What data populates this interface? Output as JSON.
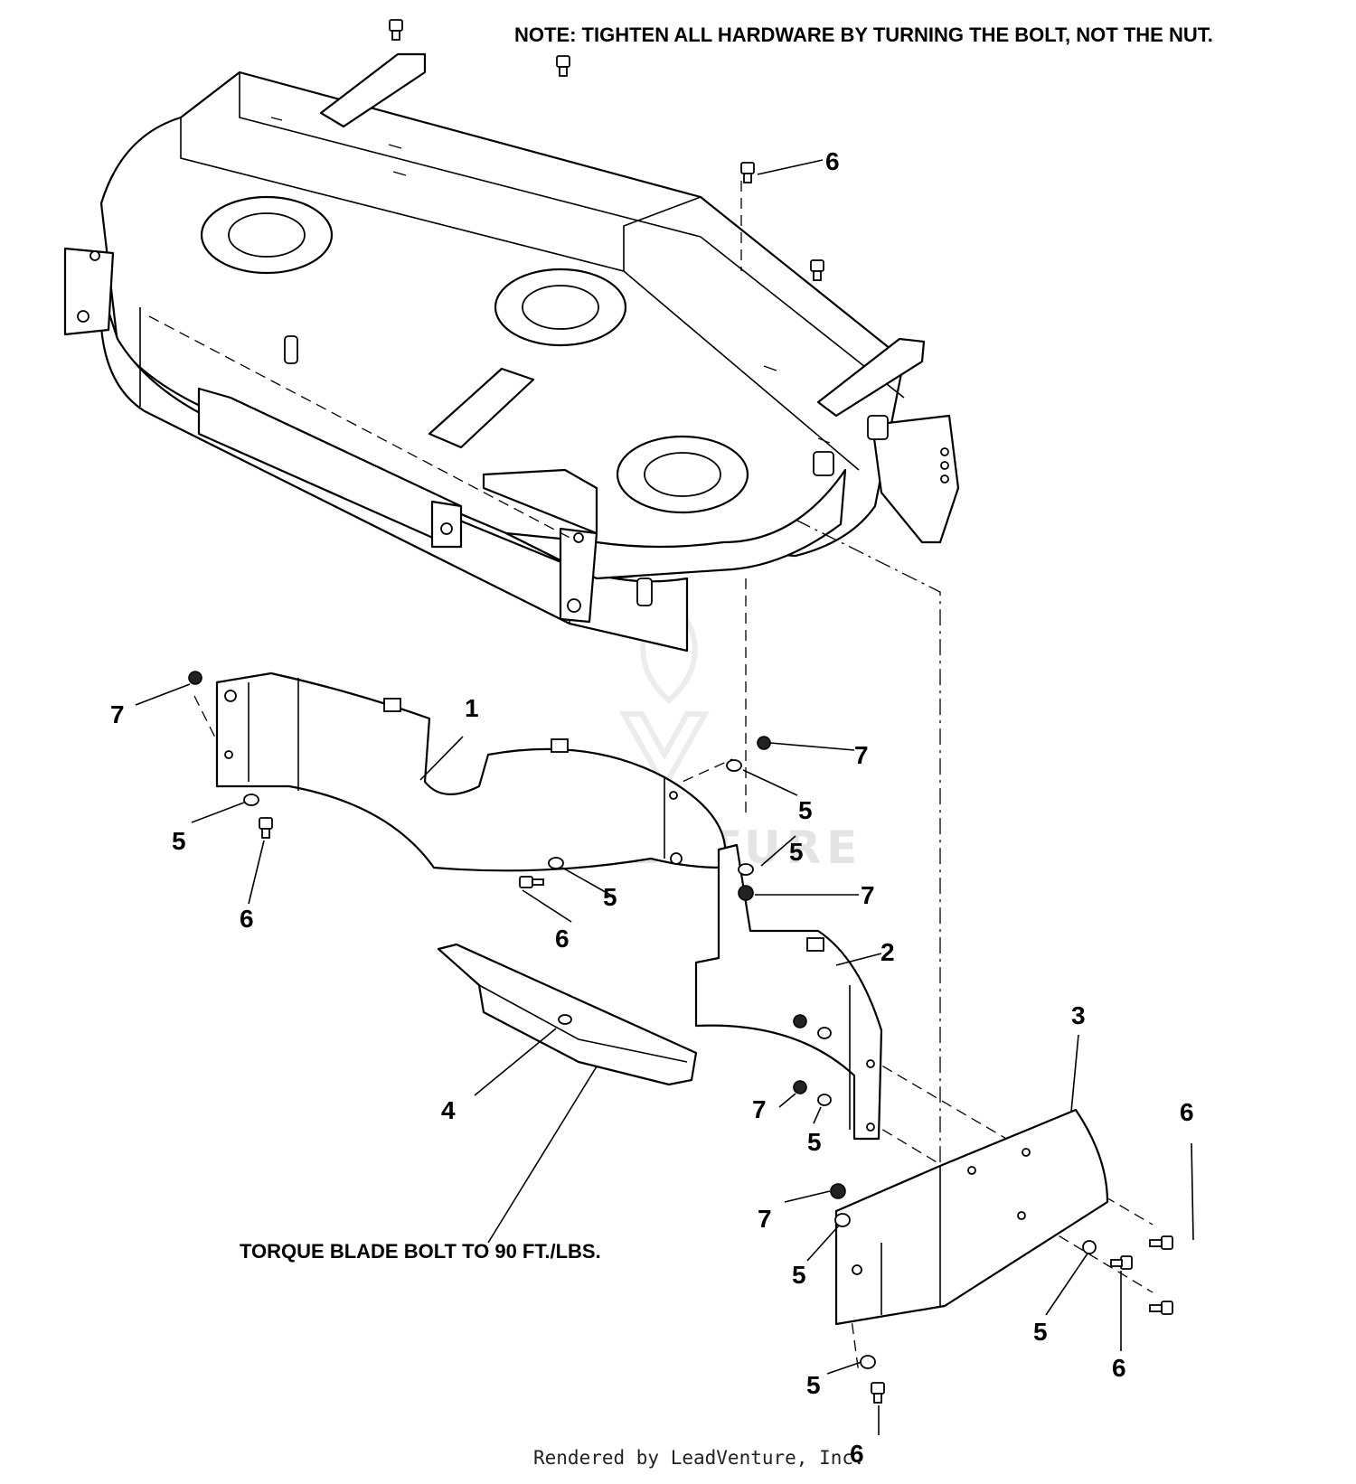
{
  "notes": {
    "tighten_note": "NOTE: TIGHTEN ALL HARDWARE BY TURNING THE BOLT, NOT THE NUT.",
    "torque_note": "TORQUE BLADE BOLT TO 90 FT./LBS."
  },
  "credit": "Rendered by LeadVenture, Inc.",
  "watermark": {
    "text": "LEADVENTURE",
    "color": "#e4e4e4"
  },
  "callouts": [
    {
      "id": "c1",
      "label": "1"
    },
    {
      "id": "c2",
      "label": "2"
    },
    {
      "id": "c3",
      "label": "3"
    },
    {
      "id": "c4",
      "label": "4"
    },
    {
      "id": "c5a",
      "label": "5"
    },
    {
      "id": "c5b",
      "label": "5"
    },
    {
      "id": "c5c",
      "label": "5"
    },
    {
      "id": "c5d",
      "label": "5"
    },
    {
      "id": "c5e",
      "label": "5"
    },
    {
      "id": "c5f",
      "label": "5"
    },
    {
      "id": "c5g",
      "label": "5"
    },
    {
      "id": "c5h",
      "label": "5"
    },
    {
      "id": "c6a",
      "label": "6"
    },
    {
      "id": "c6b",
      "label": "6"
    },
    {
      "id": "c6c",
      "label": "6"
    },
    {
      "id": "c6d",
      "label": "6"
    },
    {
      "id": "c6e",
      "label": "6"
    },
    {
      "id": "c6f",
      "label": "6"
    },
    {
      "id": "c7a",
      "label": "7"
    },
    {
      "id": "c7b",
      "label": "7"
    },
    {
      "id": "c7c",
      "label": "7"
    },
    {
      "id": "c7d",
      "label": "7"
    },
    {
      "id": "c7e",
      "label": "7"
    }
  ]
}
